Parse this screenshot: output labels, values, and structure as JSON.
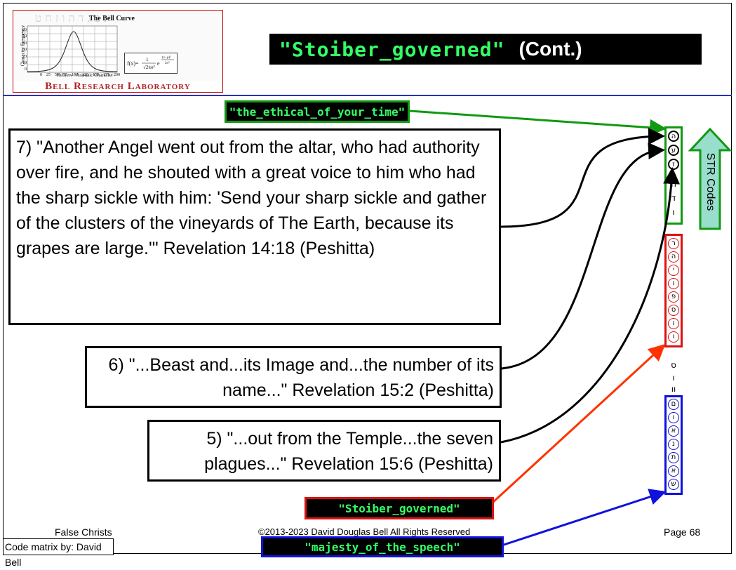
{
  "logo": {
    "chart_title": "The Bell Curve",
    "x_axis_label": "Hebrew / Aramaic Character",
    "y_axis_label": "Character Frequency",
    "name": "Bell Research Laboratory",
    "x_ticks": [
      "0",
      "25",
      "50",
      "75",
      "100",
      "125",
      "150",
      "175",
      "200"
    ],
    "y_ticks": [
      "60",
      "50",
      "40",
      "30",
      "20",
      "10",
      "0"
    ]
  },
  "title": {
    "code": "\"Stoiber_governed\"",
    "suffix": "(Cont.)"
  },
  "tags": {
    "ethical": "\"the_ethical_of_your_time\"",
    "stoiber": "\"Stoiber_governed\"",
    "majesty": "\"majesty_of_the_speech\""
  },
  "quotes": {
    "q7": "7) \"Another Angel went out from the altar, who had authority over fire, and he shouted with a great voice to him who had the sharp sickle with him: 'Send your sharp sickle and gather of the clusters of the vineyards of The Earth, because its grapes are large.'\" Revelation 14:18 (Peshitta)",
    "q6": "6) \"...Beast and...its Image and...the number of its name...\" Revelation 15:2 (Peshitta)",
    "q5": "5) \"...out from the Temple...the seven plagues...\" Revelation 15:6 (Peshitta)"
  },
  "str_codes": {
    "label": "STR Codes"
  },
  "matrix": {
    "green_letters": [
      "ה",
      "ע",
      "ז",
      "ה",
      "ד",
      "ו"
    ],
    "red_letters": [
      "ר",
      "ה",
      "י",
      "ו",
      "פ",
      "ס",
      "ו",
      "ו"
    ],
    "plain_letters": [
      "ס",
      "ו",
      "וו"
    ],
    "blue_letters": [
      "ם",
      "ו",
      "א",
      "נ",
      "ת",
      "א",
      "ש"
    ]
  },
  "colors": {
    "green": "#119911",
    "red": "#dd1111",
    "blue": "#1111dd",
    "orange_red": "#ff3300",
    "tag_text": "#33ff66",
    "rule": "#2233bb",
    "str_fill": "#99ddcc"
  },
  "footer": {
    "left": "False Christs",
    "center": "©2013-2023 David Douglas Bell All Rights Reserved",
    "page": "Page 68",
    "credit": "Code matrix by: David Bell"
  }
}
